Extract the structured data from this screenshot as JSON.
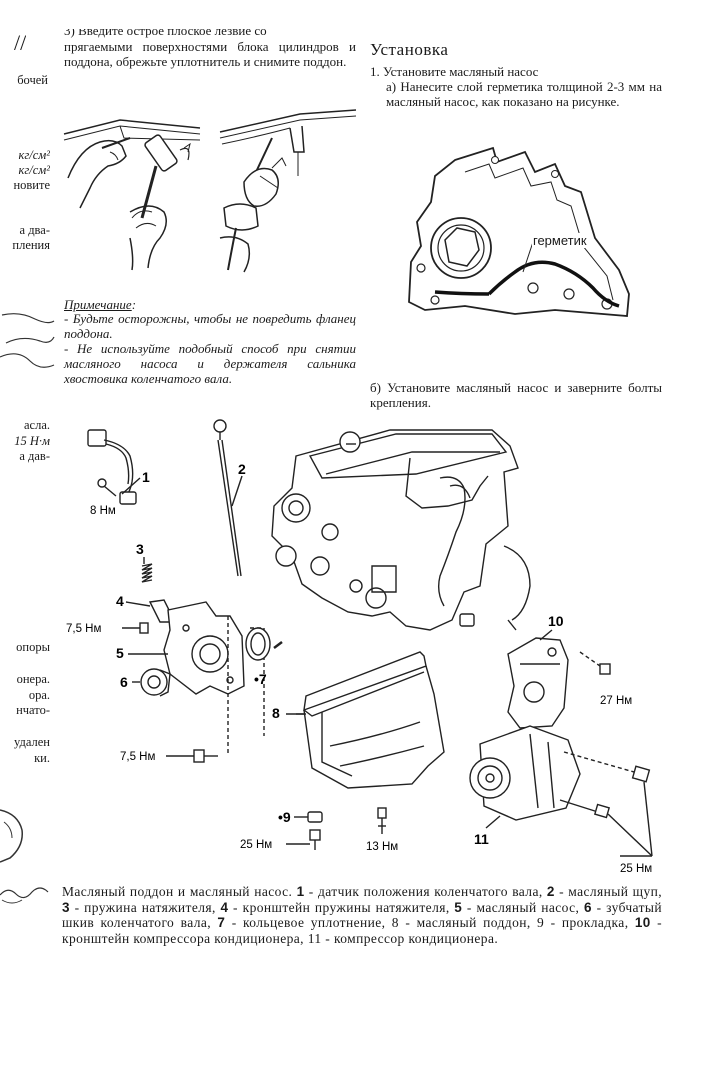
{
  "left_fragments": {
    "f1": "бочей",
    "f2": "кг/см²",
    "f3": "кг/см²",
    "f4": "новите",
    "f5": "а два-",
    "f6": "пления",
    "f7": "асла.",
    "f8": "15 Н·м",
    "f9": "а дав-",
    "f10": "опоры",
    "f11": "онера.",
    "f12": "ора.",
    "f13": "нчато-",
    "f14": "удален",
    "f15": "ки."
  },
  "top_middle": {
    "cut_line": "3) Введите острое плоское лезвие со",
    "paragraph": "прягаемыми поверхностями блока цилиндров и поддона, обрежьте уплотнитель и снимите поддон."
  },
  "note": {
    "title": "Примечание",
    "line1": "- Будьте осторожны, чтобы не повредить фланец поддона.",
    "line2": "- Не используйте подобный способ при снятии масляного насоса и держателя сальника хвостовика коленчатого вала."
  },
  "install": {
    "heading": "Установка",
    "step1": "1. Установите масляный насос",
    "step1a": "а) Нанесите слой герметика толщиной 2-3 мм на масляный насос, как показано на рисунке.",
    "sealant_label": "герметик",
    "step1b": "б) Установите масляный насос и заверните болты крепления."
  },
  "diagram": {
    "labels": {
      "n1": "1",
      "n2": "2",
      "n3": "3",
      "n4": "4",
      "n5": "5",
      "n6": "6",
      "n7": "•7",
      "n8": "8",
      "n9": "•9",
      "n10": "10",
      "n11": "11"
    },
    "torques": {
      "t8": "8 Нм",
      "t75a": "7,5 Нм",
      "t75b": "7,5 Нм",
      "t27": "27 Нм",
      "t25a": "25 Нм",
      "t13": "13 Нм",
      "t25b": "25 Нм"
    }
  },
  "caption": {
    "lead": "Масляный поддон и масляный насос.",
    "parts": [
      {
        "num": "1",
        "text": " - датчик положения коленчатого вала, "
      },
      {
        "num": "2",
        "text": " - масляный щуп, "
      },
      {
        "num": "3",
        "text": " - пружина натяжителя, "
      },
      {
        "num": "4",
        "text": " - кронштейн пружины натяжителя, "
      },
      {
        "num": "5",
        "text": " - масляный насос, "
      },
      {
        "num": "6",
        "text": " - зубчатый шкив коленчатого вала, "
      },
      {
        "num": "7",
        "text": " - кольцевое уплотнение, "
      },
      {
        "num": "8",
        "text": " - масляный поддон, "
      },
      {
        "num": "9",
        "text": " - прокладка, "
      },
      {
        "num": "10",
        "text": " - кронштейн компрессора кондиционера, "
      },
      {
        "num": "11",
        "text": " - компрессор кондиционера."
      }
    ]
  }
}
